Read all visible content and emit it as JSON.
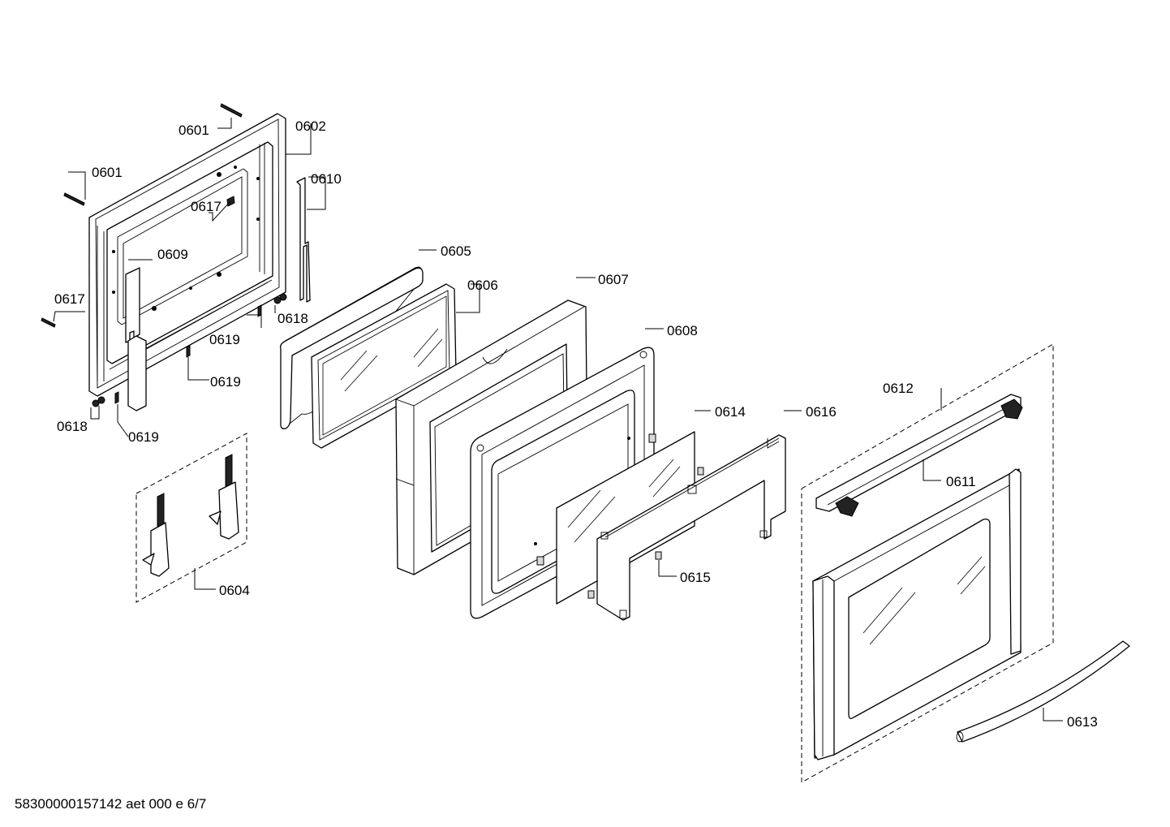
{
  "callouts": {
    "c0601a": "0601",
    "c0601b": "0601",
    "c0602": "0602",
    "c0604": "0604",
    "c0605": "0605",
    "c0606": "0606",
    "c0607": "0607",
    "c0608": "0608",
    "c0609": "0609",
    "c0610": "0610",
    "c0611": "0611",
    "c0612": "0612",
    "c0613": "0613",
    "c0614": "0614",
    "c0615": "0615",
    "c0616": "0616",
    "c0617a": "0617",
    "c0617b": "0617",
    "c0618a": "0618",
    "c0618b": "0618",
    "c0619a": "0619",
    "c0619b": "0619",
    "c0619c": "0619"
  },
  "footer": "58300000157142 aet 000 e 6/7"
}
